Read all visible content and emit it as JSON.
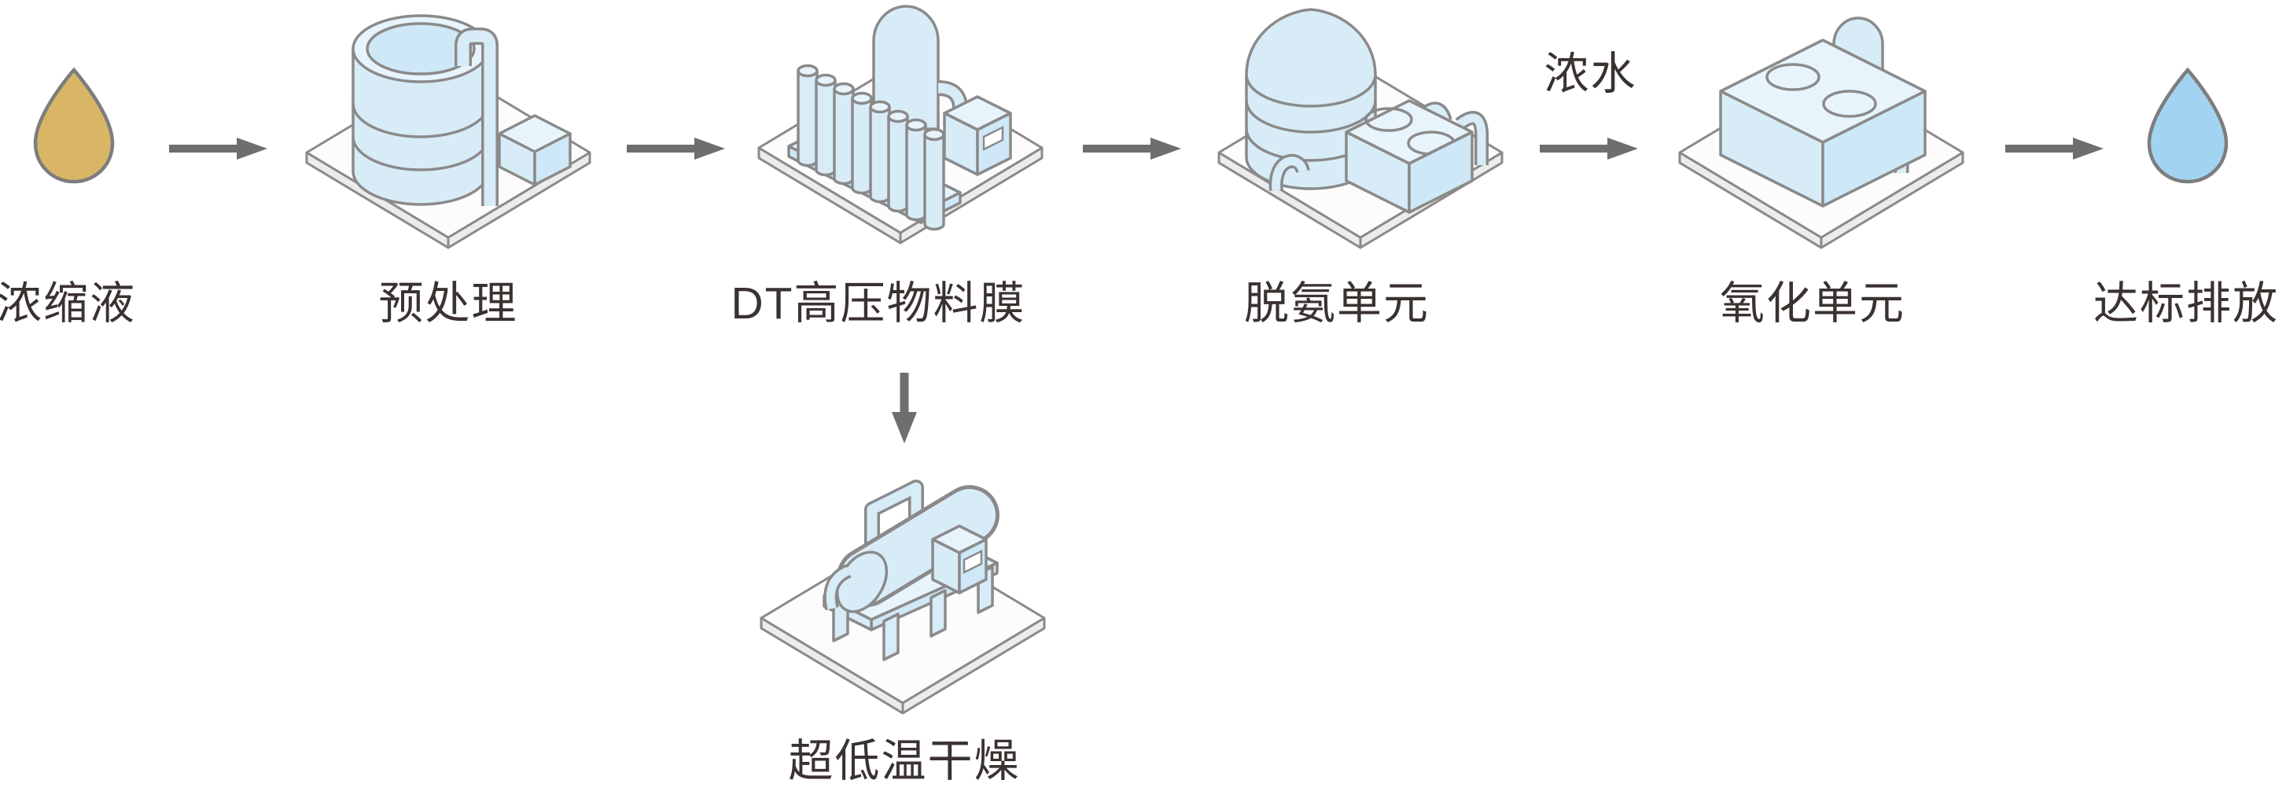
{
  "colors": {
    "equipment_fill": "#d8ecf8",
    "equipment_fill_light": "#e8f4fb",
    "equipment_fill_dark": "#cfe8f7",
    "equipment_stroke": "#8a8a8a",
    "platform_fill": "#fcfcfc",
    "platform_side": "#ececec",
    "arrow": "#6e6e6e",
    "text": "#3a3230",
    "source_drop": "#d9b666",
    "clean_drop": "#a2d4f1"
  },
  "flow": {
    "stages": [
      {
        "id": "concentrate",
        "label": "浓缩液",
        "icon": "gold-drop-icon"
      },
      {
        "id": "pretreatment",
        "label": "预处理",
        "icon": "pretreatment-tank-icon"
      },
      {
        "id": "dt-membrane",
        "label": "DT高压物料膜",
        "icon": "membrane-unit-icon"
      },
      {
        "id": "deammoniation",
        "label": "脱氨单元",
        "icon": "deammoniation-unit-icon"
      },
      {
        "id": "oxidation",
        "label": "氧化单元",
        "icon": "oxidation-unit-icon"
      },
      {
        "id": "discharge",
        "label": "达标排放",
        "icon": "blue-drop-icon"
      }
    ],
    "branch_stage": {
      "id": "drying",
      "label": "超低温干燥",
      "icon": "dryer-unit-icon"
    },
    "edge_labels": {
      "oxidation_feed": "浓水"
    }
  }
}
